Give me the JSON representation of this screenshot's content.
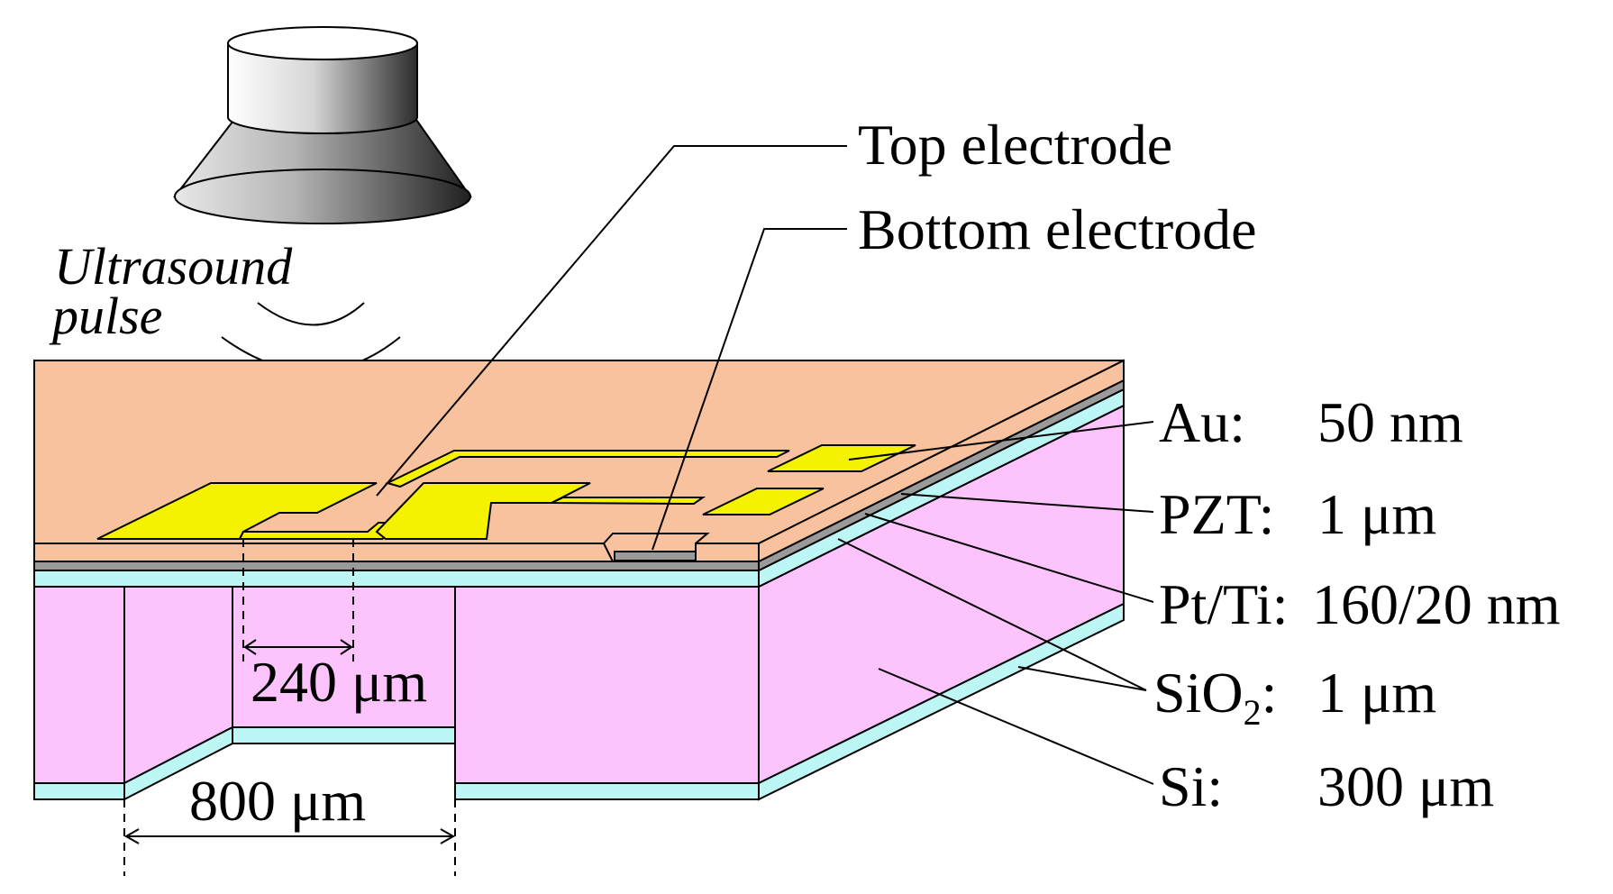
{
  "transducer_label": {
    "line1": "Ultrasound",
    "line2": "pulse"
  },
  "callouts": {
    "top_electrode": "Top electrode",
    "bottom_electrode": "Bottom electrode"
  },
  "layers": [
    {
      "name": "Au:",
      "thickness": "50 nm"
    },
    {
      "name": "PZT:",
      "thickness": "1 μm"
    },
    {
      "name": "Pt/Ti:",
      "thickness": "160/20 nm"
    },
    {
      "name_main": "SiO",
      "name_sub": "2",
      "name_suffix": ":",
      "thickness": "1 μm"
    },
    {
      "name": "Si:",
      "thickness": "300 μm"
    }
  ],
  "dimensions": {
    "electrode_width": "240 μm",
    "cavity_width": "800 μm"
  },
  "colors": {
    "pzt": "#F9C29E",
    "gold": "#F5F200",
    "si": "#FDC3FD",
    "sio2": "#BDF7F5",
    "pt": "#9A9A9A"
  }
}
